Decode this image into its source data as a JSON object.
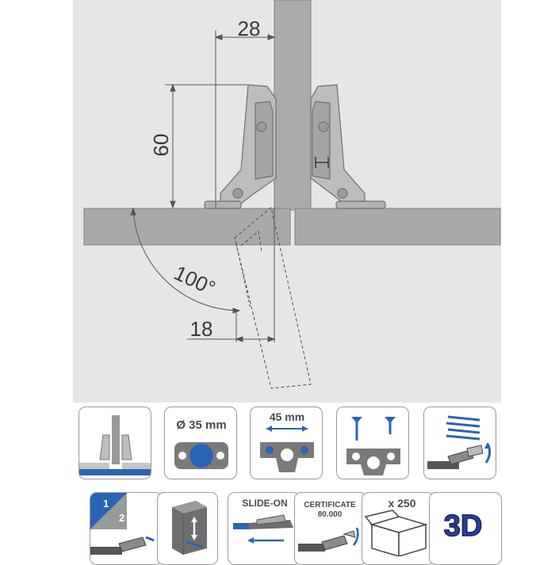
{
  "diagram": {
    "dimensions": {
      "offset": "28",
      "height": "60",
      "angle": "100°",
      "overlay": "18"
    }
  },
  "features": {
    "row1": [
      {
        "name": "overlay-type-icon"
      },
      {
        "name": "cup-diameter-icon",
        "label": "Ø 35 mm"
      },
      {
        "name": "hole-spacing-icon",
        "label": "45 mm"
      },
      {
        "name": "screw-mounting-icon"
      },
      {
        "name": "soft-close-spring-icon"
      }
    ],
    "row2": [
      {
        "name": "adjustment-icon",
        "step1": "1",
        "step2": "2"
      },
      {
        "name": "3d-adjustment-box-icon"
      },
      {
        "name": "slide-on-icon",
        "label": "SLIDE-ON"
      },
      {
        "name": "certificate-icon",
        "label": "CERTIFICATE",
        "cycles": "80.000"
      },
      {
        "name": "package-quantity-icon",
        "label": "x 250"
      },
      {
        "name": "3d-model-icon",
        "label": "3D"
      }
    ]
  },
  "colors": {
    "background": "#e6e6e6",
    "panel": "#a7a9ab",
    "hinge": "#b9babc",
    "accent_blue": "#2a64b4",
    "dimension_line": "#555555"
  }
}
